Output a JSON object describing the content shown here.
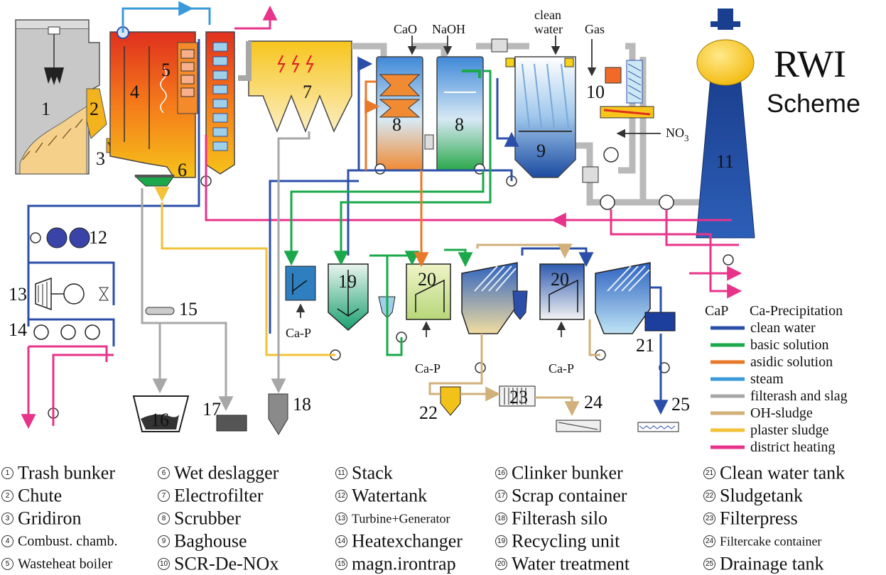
{
  "title": {
    "line1": "RWI",
    "line2": "Scheme"
  },
  "labels": {
    "cao": "CaO",
    "naoh": "NaOH",
    "clean_water_1": "clean",
    "clean_water_2": "water",
    "gas": "Gas",
    "no3": "NO",
    "no3_sub": "3",
    "cap1": "Ca-P",
    "cap2": "Ca-P",
    "cap3": "Ca-P"
  },
  "numbers": [
    "1",
    "2",
    "3",
    "4",
    "5",
    "6",
    "7",
    "8",
    "8",
    "9",
    "10",
    "11",
    "12",
    "13",
    "14",
    "15",
    "16",
    "17",
    "18",
    "19",
    "20",
    "20",
    "21",
    "22",
    "23",
    "24",
    "25"
  ],
  "legend": {
    "header_abbr": "CaP",
    "header_text": "Ca-Precipitation",
    "items": [
      {
        "label": "clean water",
        "color": "#2b4fa8"
      },
      {
        "label": "basic solution",
        "color": "#1aa84a"
      },
      {
        "label": "asidic solution",
        "color": "#e8782a"
      },
      {
        "label": "steam",
        "color": "#3a9ad9"
      },
      {
        "label": "filterash and slag",
        "color": "#a7a7a7"
      },
      {
        "label": "OH-sludge",
        "color": "#d2b07a"
      },
      {
        "label": "plaster sludge",
        "color": "#f2c23a"
      },
      {
        "label": "district heating",
        "color": "#e8338a"
      }
    ]
  },
  "key": {
    "col1": [
      {
        "n": "1",
        "label": "Trash bunker"
      },
      {
        "n": "2",
        "label": "Chute"
      },
      {
        "n": "3",
        "label": "Gridiron"
      },
      {
        "n": "4",
        "label": "Combust. chamb."
      },
      {
        "n": "5",
        "label": "Wasteheat boiler"
      }
    ],
    "col2": [
      {
        "n": "6",
        "label": "Wet deslagger"
      },
      {
        "n": "7",
        "label": "Electrofilter"
      },
      {
        "n": "8",
        "label": "Scrubber"
      },
      {
        "n": "9",
        "label": "Baghouse"
      },
      {
        "n": "10",
        "label": "SCR-De-NOx"
      }
    ],
    "col3": [
      {
        "n": "11",
        "label": "Stack"
      },
      {
        "n": "12",
        "label": "Watertank"
      },
      {
        "n": "13",
        "label": "Turbine+Generator"
      },
      {
        "n": "14",
        "label": "Heatexchanger"
      },
      {
        "n": "15",
        "label": "magn.irontrap"
      }
    ],
    "col4": [
      {
        "n": "16",
        "label": "Clinker bunker"
      },
      {
        "n": "17",
        "label": "Scrap container"
      },
      {
        "n": "18",
        "label": "Filterash silo"
      },
      {
        "n": "19",
        "label": "Recycling unit"
      },
      {
        "n": "20",
        "label": "Water treatment"
      }
    ],
    "col5": [
      {
        "n": "21",
        "label": "Clean water tank"
      },
      {
        "n": "22",
        "label": "Sludgetank"
      },
      {
        "n": "23",
        "label": "Filterpress"
      },
      {
        "n": "24",
        "label": "Filtercake container"
      },
      {
        "n": "25",
        "label": "Drainage tank"
      }
    ]
  }
}
